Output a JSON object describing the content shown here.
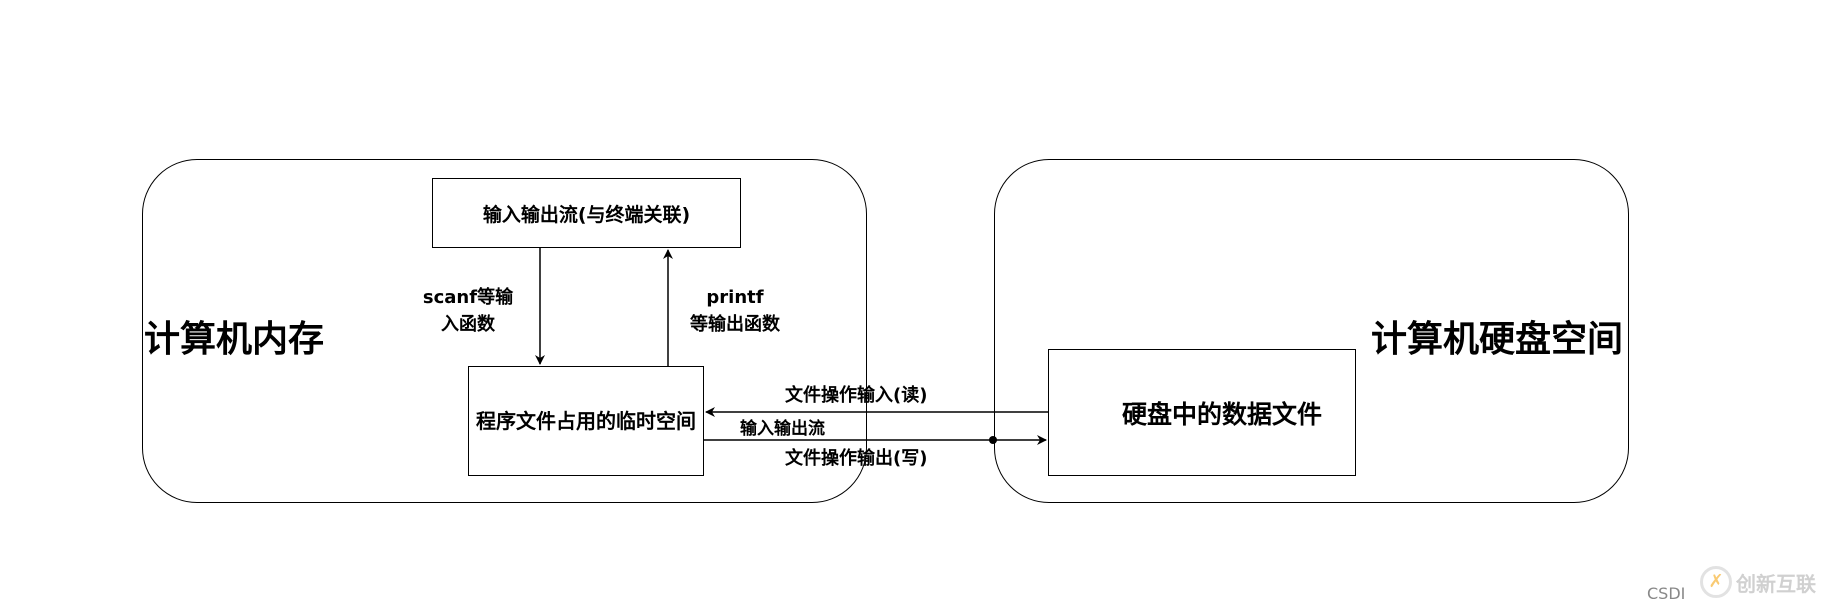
{
  "memory": {
    "title": "计算机内存",
    "stream_box": "输入输出流(与终端关联)",
    "temp_box": "程序文件占用的临时空间",
    "scanf_label": "scanf等输\n入函数",
    "printf_label": "printf\n等输出函数"
  },
  "disk": {
    "title": "计算机硬盘空间",
    "file_box": "硬盘中的数据文件"
  },
  "edges": {
    "read_label": "文件操作输入(读)",
    "stream_label": "输入输出流",
    "write_label": "文件操作输出(写)"
  },
  "watermark": {
    "csdn": "CSDI",
    "brand": "创新互联"
  }
}
